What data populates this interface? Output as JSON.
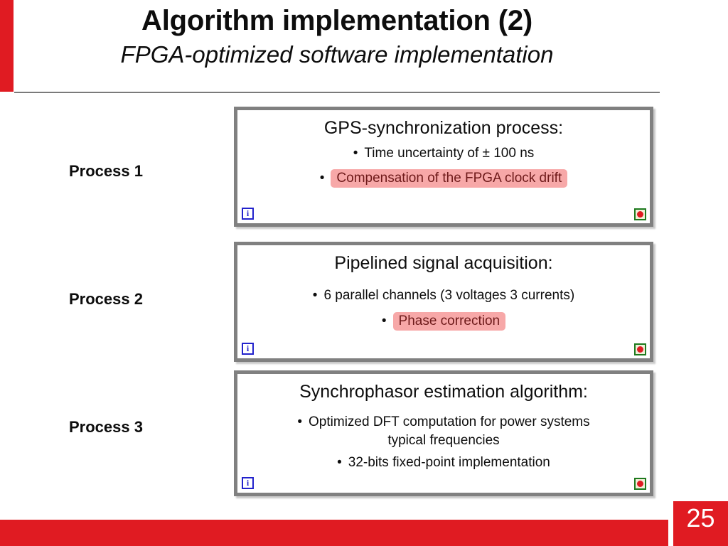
{
  "slide": {
    "title": "Algorithm implementation (2)",
    "subtitle": "FPGA-optimized software implementation",
    "page_number": "25",
    "accent_color": "#E01B22",
    "rule_color": "#7A7A7A",
    "box_border_color": "#808080",
    "highlight_bg_color": "#F7A8A8",
    "highlight_text_color": "#6E1A1A"
  },
  "processes": [
    {
      "label": "Process 1",
      "heading": "GPS-synchronization process:",
      "bullets": [
        {
          "marker": "•",
          "text": "Time uncertainty of ± 100 ns",
          "highlighted": false
        },
        {
          "marker": "•",
          "text": "Compensation of the FPGA clock drift",
          "highlighted": true
        }
      ],
      "icons": {
        "left": "info-icon",
        "left_glyph": "i",
        "right": "record-icon"
      }
    },
    {
      "label": "Process 2",
      "heading": "Pipelined signal acquisition:",
      "bullets": [
        {
          "marker": "•",
          "text": "6 parallel channels (3 voltages 3 currents)",
          "highlighted": false
        },
        {
          "marker": "•",
          "text": "Phase correction",
          "highlighted": true
        }
      ],
      "icons": {
        "left": "info-icon",
        "left_glyph": "i",
        "right": "record-icon"
      }
    },
    {
      "label": "Process 3",
      "heading": "Synchrophasor estimation algorithm:",
      "bullets": [
        {
          "marker": "•",
          "text": "Optimized DFT computation for power systems typical frequencies",
          "highlighted": false
        },
        {
          "marker": "•",
          "text": "32-bits fixed-point implementation",
          "highlighted": false
        }
      ],
      "icons": {
        "left": "info-icon",
        "left_glyph": "i",
        "right": "record-icon"
      }
    }
  ]
}
